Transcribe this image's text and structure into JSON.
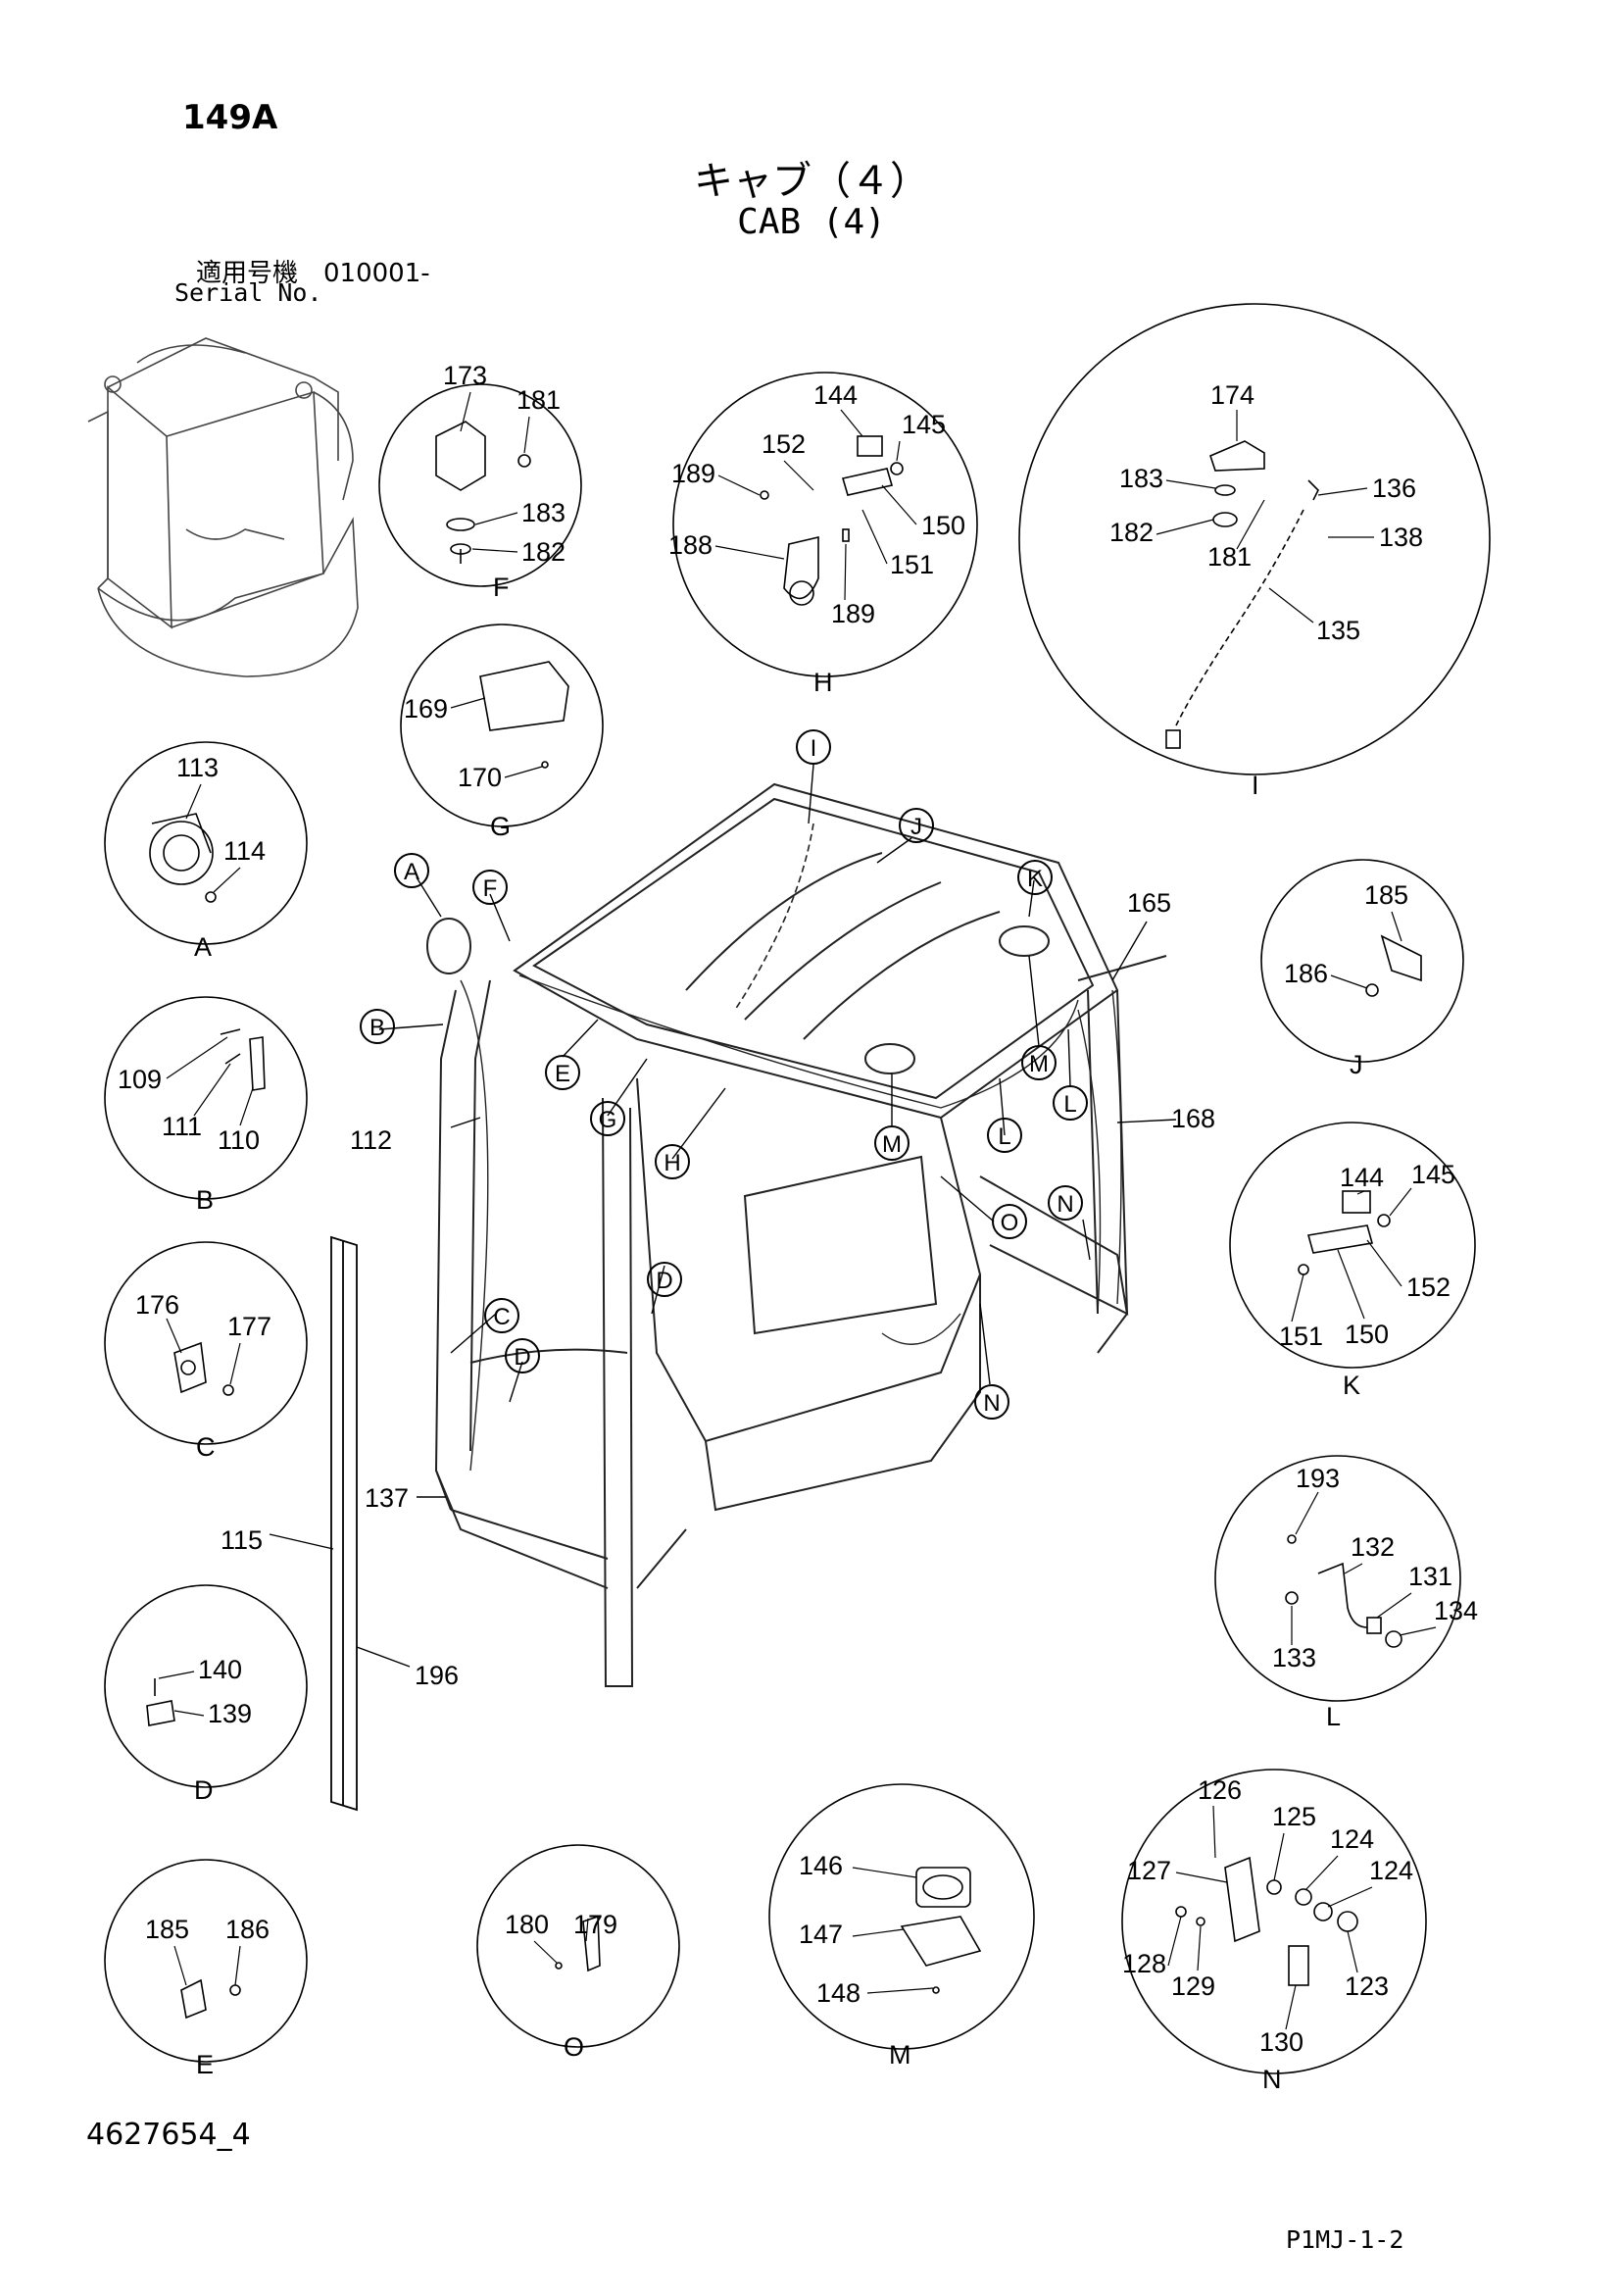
{
  "header": {
    "page_number": "149A",
    "title_jp": "キャブ（４）",
    "title_en": "CAB (4)",
    "serial_label_jp": "適用号機　010001-",
    "serial_label_en": "Serial No."
  },
  "footer": {
    "document_id": "4627654_4",
    "page_code": "P1MJ-1-2"
  },
  "detail_circles": [
    {
      "letter": "F",
      "parts": [
        "173",
        "181",
        "183",
        "182"
      ]
    },
    {
      "letter": "H",
      "parts": [
        "144",
        "145",
        "152",
        "189",
        "150",
        "188",
        "151",
        "189"
      ]
    },
    {
      "letter": "I",
      "parts": [
        "174",
        "183",
        "136",
        "182",
        "181",
        "138",
        "135"
      ]
    },
    {
      "letter": "G",
      "parts": [
        "169",
        "170"
      ]
    },
    {
      "letter": "A",
      "parts": [
        "113",
        "114"
      ]
    },
    {
      "letter": "J",
      "parts": [
        "185",
        "186"
      ]
    },
    {
      "letter": "B",
      "parts": [
        "109",
        "111",
        "110"
      ]
    },
    {
      "letter": "K",
      "parts": [
        "144",
        "145",
        "152",
        "151",
        "150"
      ]
    },
    {
      "letter": "C",
      "parts": [
        "176",
        "177"
      ]
    },
    {
      "letter": "L",
      "parts": [
        "193",
        "132",
        "131",
        "134",
        "133"
      ]
    },
    {
      "letter": "D",
      "parts": [
        "140",
        "139"
      ]
    },
    {
      "letter": "M",
      "parts": [
        "146",
        "147",
        "148"
      ]
    },
    {
      "letter": "N",
      "parts": [
        "126",
        "125",
        "124",
        "124",
        "127",
        "128",
        "129",
        "123",
        "130"
      ]
    },
    {
      "letter": "E",
      "parts": [
        "185",
        "186"
      ]
    },
    {
      "letter": "O",
      "parts": [
        "180",
        "179"
      ]
    }
  ],
  "main_callouts": [
    "A",
    "F",
    "B",
    "E",
    "G",
    "H",
    "I",
    "J",
    "K",
    "M",
    "M",
    "L",
    "L",
    "O",
    "N",
    "N",
    "D",
    "C",
    "D"
  ],
  "main_parts": [
    "165",
    "168",
    "112",
    "137",
    "115",
    "196"
  ]
}
